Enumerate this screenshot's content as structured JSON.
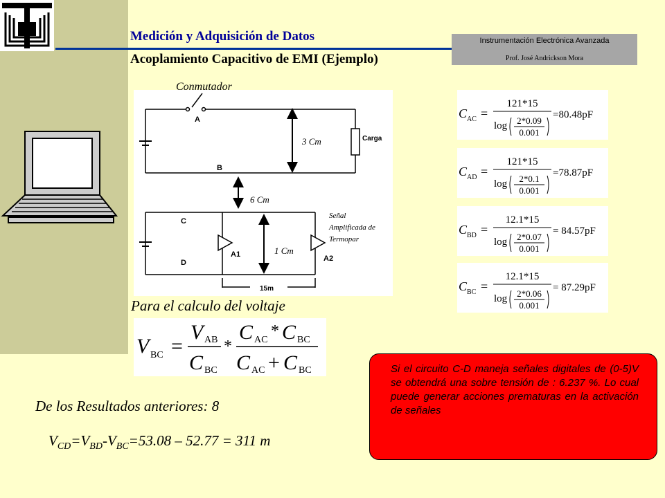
{
  "header": {
    "title": "Medición y Adquisición de Datos",
    "subtitle": "Acoplamiento Capacitivo de EMI  (Ejemplo)",
    "course": "Instrumentación Electrónica Avanzada",
    "professor": "Prof. José Andrickson Mora"
  },
  "circuit": {
    "switch_label": "Conmutador",
    "node_a": "A",
    "node_b": "B",
    "node_c": "C",
    "node_d": "D",
    "dist_ab": "3 Cm",
    "dist_between": "6 Cm",
    "dist_cd": "1 Cm",
    "load_label": "Carga",
    "amp1": "A1",
    "amp2": "A2",
    "length": "15m",
    "signal_label": [
      "Señal",
      "Amplificada de",
      "Termopar"
    ]
  },
  "formulas": [
    {
      "lhs": "C",
      "sub": "AC",
      "num": "121*15",
      "frac_num": "2*0.09",
      "frac_den": "0.001",
      "result": "=80.48pF"
    },
    {
      "lhs": "C",
      "sub": "AD",
      "num": "121*15",
      "frac_num": "2*0.1",
      "frac_den": "0.001",
      "result": "=78.87pF"
    },
    {
      "lhs": "C",
      "sub": "BD",
      "num": "12.1*15",
      "frac_num": "2*0.07",
      "frac_den": "0.001",
      "result": "= 84.57pF"
    },
    {
      "lhs": "C",
      "sub": "BC",
      "num": "12.1*15",
      "frac_num": "2*0.06",
      "frac_den": "0.001",
      "result": "= 87.29pF"
    }
  ],
  "calc_title": "Para el calculo del voltaje",
  "results_title": "De los Resultados anteriores: 8",
  "result_eq": {
    "v1": "V",
    "s1": "CD",
    "v2": "=V",
    "s2": "BD",
    "v3": "-V",
    "s3": "BC",
    "rest": "=53.08 – 52.77 = 311 m"
  },
  "note": "Si el circuito C-D maneja señales digitales de (0-5)V se obtendrá  una sobre tensión de : 6.237 %. Lo cual puede generar acciones prematuras en la activación de señales",
  "colors": {
    "sidebar": "#cccc99",
    "background": "#ffffcc",
    "title": "#000099",
    "note_box": "#ff0000"
  }
}
